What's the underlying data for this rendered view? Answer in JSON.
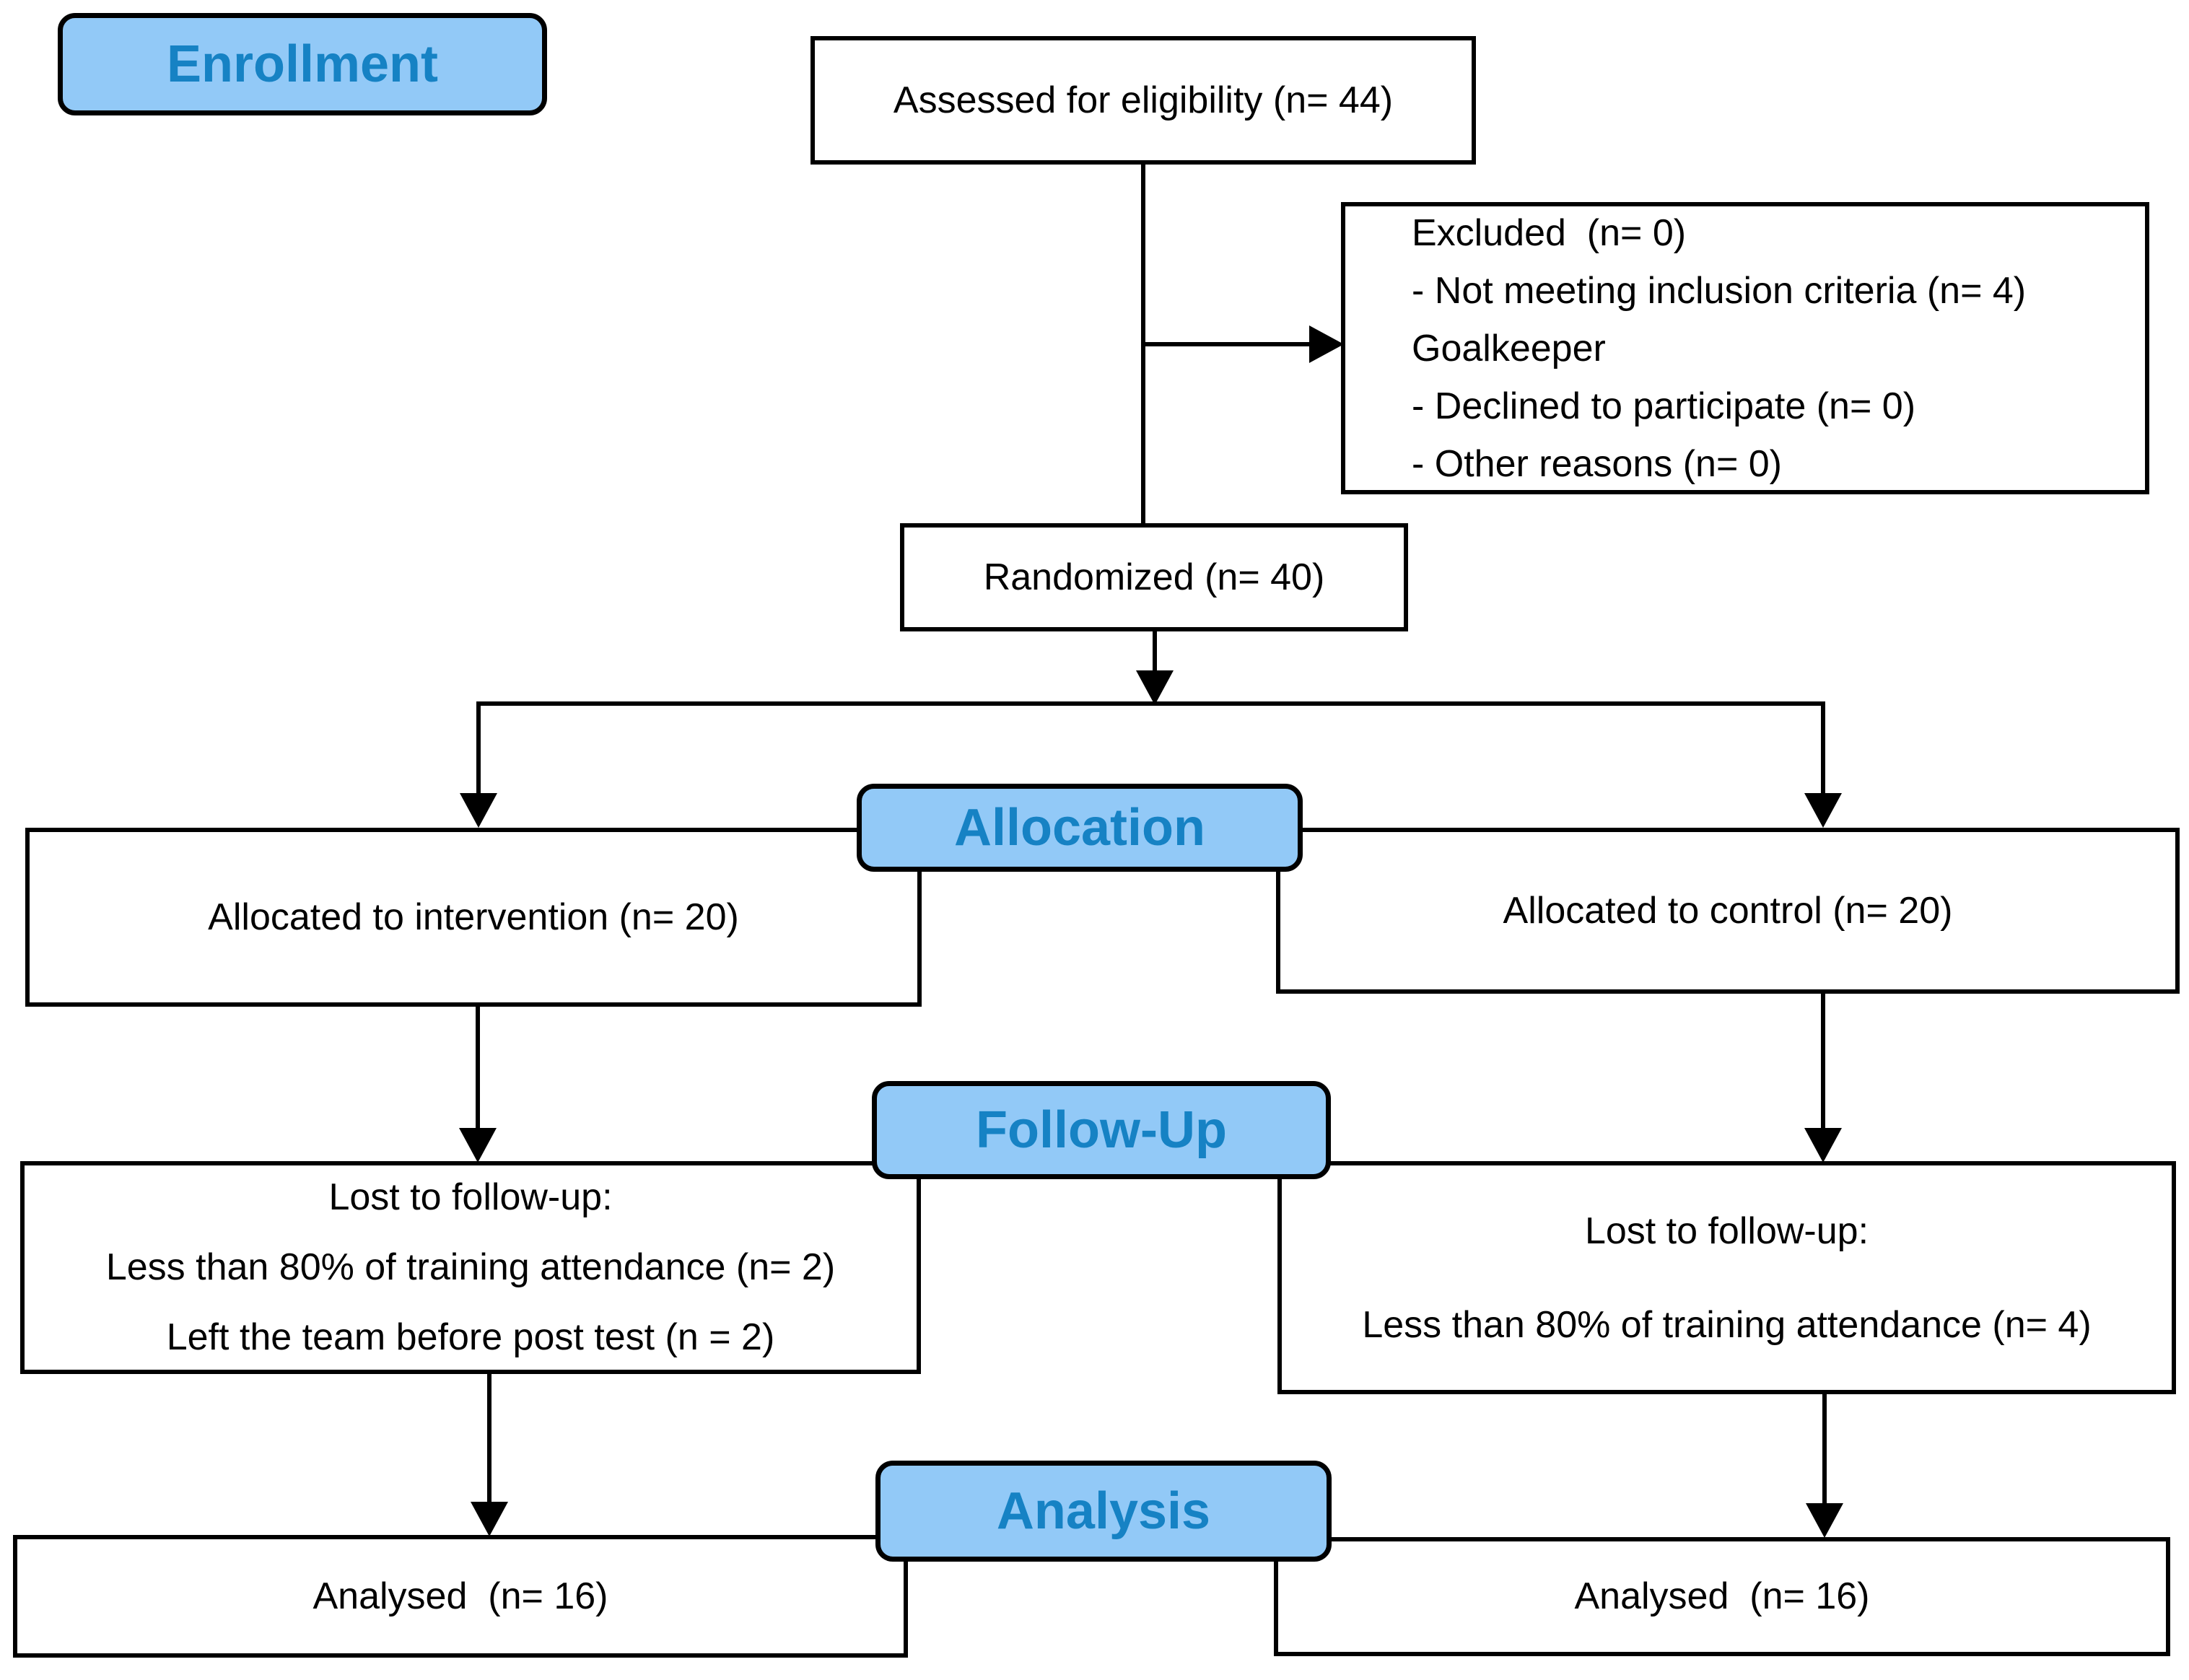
{
  "badges": {
    "enrollment": "Enrollment",
    "allocation": "Allocation",
    "follow_up": "Follow-Up",
    "analysis": "Analysis"
  },
  "boxes": {
    "assessed": {
      "text": "Assessed for eligibility (n= 44)"
    },
    "excluded": {
      "lines": [
        "Excluded  (n= 0)",
        "- Not meeting inclusion criteria (n= 4)",
        "Goalkeeper",
        "- Declined to participate (n= 0)",
        "- Other reasons (n= 0)"
      ]
    },
    "randomized": {
      "text": "Randomized (n= 40)"
    },
    "allocated_intervention": {
      "text": "Allocated to intervention (n= 20)"
    },
    "allocated_control": {
      "text": "Allocated to control (n= 20)"
    },
    "lost_intervention": {
      "lines": [
        "Lost to follow-up:",
        "Less than 80% of training attendance (n= 2)",
        "Left the team before post test (n = 2)"
      ]
    },
    "lost_control": {
      "lines": [
        "Lost to follow-up:",
        "Less than 80% of training attendance (n= 4)"
      ]
    },
    "analysed_intervention": {
      "text": "Analysed  (n= 16)"
    },
    "analysed_control": {
      "text": "Analysed  (n= 16)"
    }
  },
  "colors": {
    "badge_fill": "#92C9F7",
    "badge_text": "#1682C4",
    "border": "#000000",
    "background": "#FFFFFF"
  }
}
